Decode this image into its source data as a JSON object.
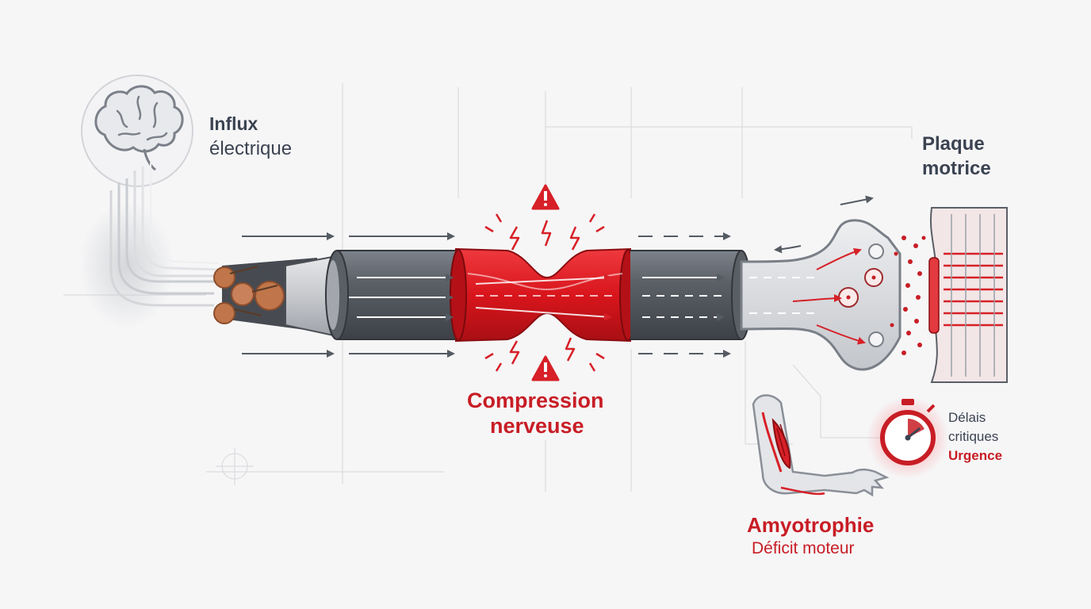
{
  "labels": {
    "influx_title": "Influx",
    "influx_sub": "électrique",
    "plaque_line1": "Plaque",
    "plaque_line2": "motrice",
    "compression_line1": "Compression",
    "compression_line2": "nerveuse",
    "delais_line1": "Délais",
    "delais_line2": "critiques",
    "urgence": "Urgence",
    "amyotrophie": "Amyotrophie",
    "deficit": "Déficit moteur"
  },
  "colors": {
    "accent_red": "#d72027",
    "dark_red": "#c81d25",
    "cable_gray": "#5b6068",
    "text_dark": "#3b4351",
    "copper": "#c0764a"
  },
  "icons": [
    "brain-icon",
    "warning-icon",
    "stopwatch-icon",
    "arm-icon",
    "lightning-icon"
  ]
}
